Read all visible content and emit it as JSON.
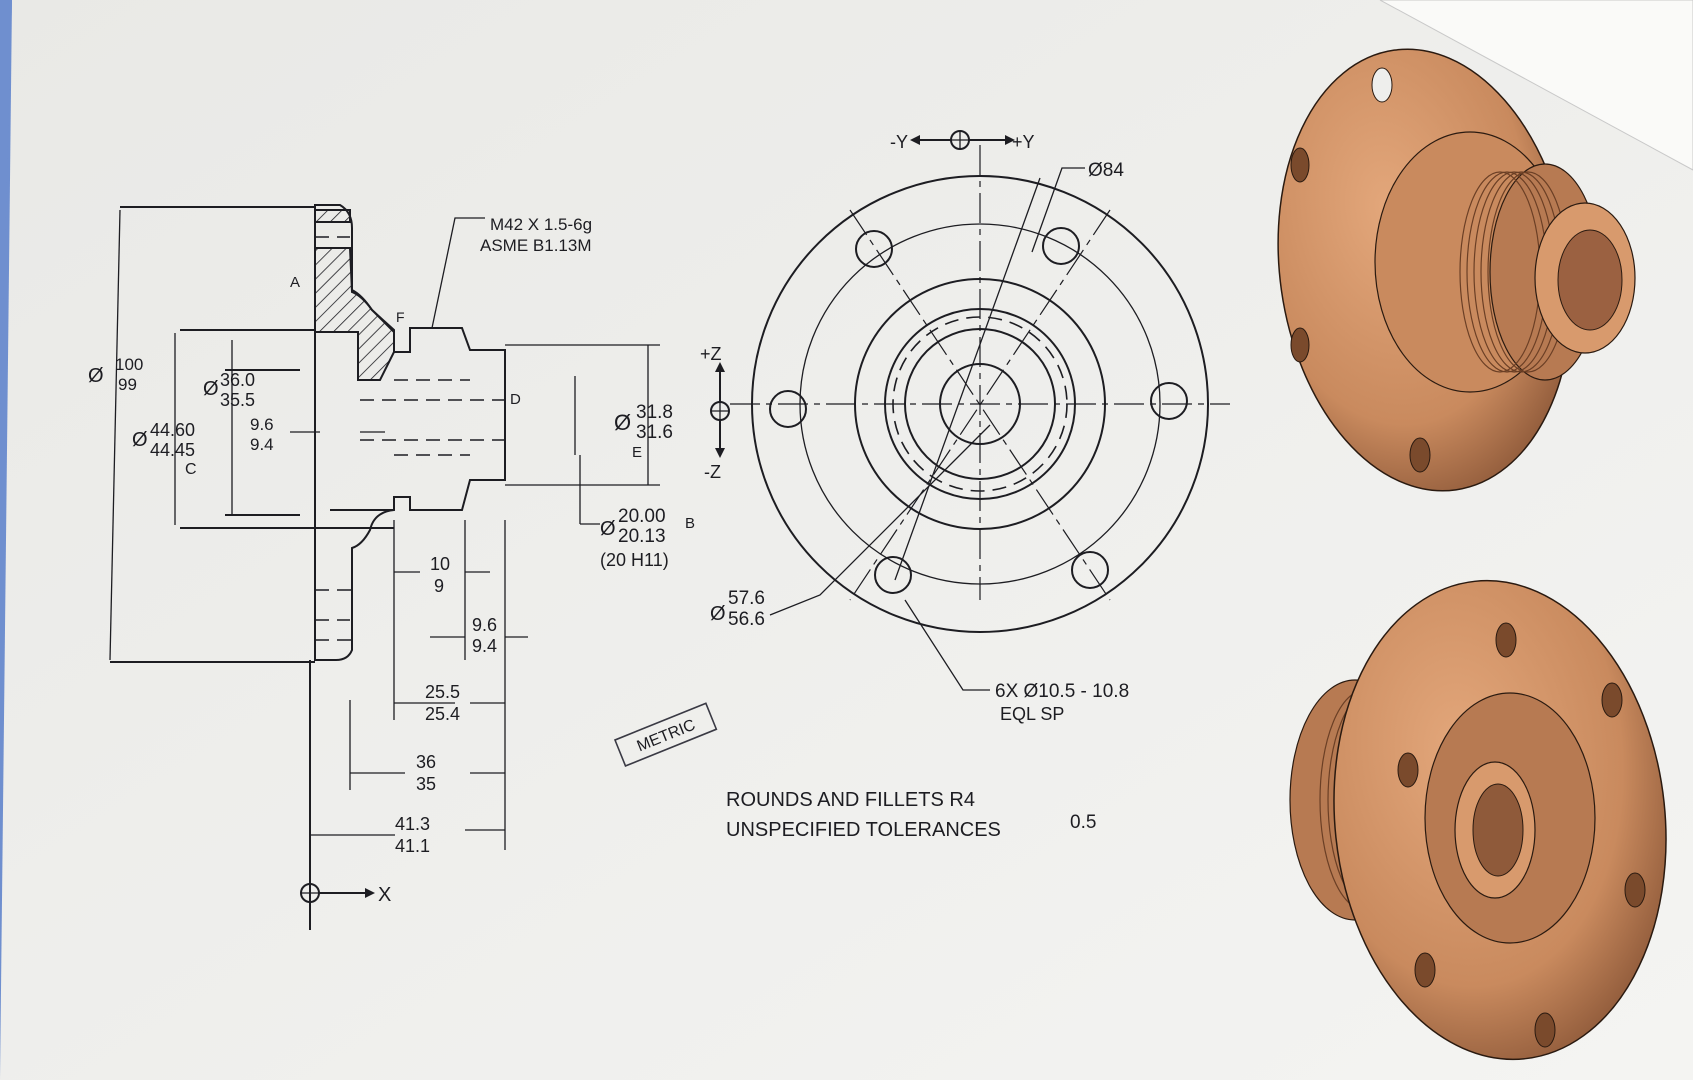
{
  "drawing": {
    "section_view": {
      "thread_callout": [
        "M42 X 1.5-6g",
        "ASME B1.13M"
      ],
      "labels": {
        "a": "A",
        "c": "C",
        "d": "D",
        "e": "E",
        "f": "F",
        "b": "B"
      },
      "dims": {
        "dia_symbol": "Ø",
        "outer_dia": [
          "100",
          "99"
        ],
        "hub_dia": [
          "36.0",
          "35.5"
        ],
        "flange_dia": [
          "44.60",
          "44.45"
        ],
        "bore_depth": [
          "9.6",
          "9.4"
        ],
        "thread_dia": [
          "31.8",
          "31.6"
        ],
        "bore_dia": [
          "20.00",
          "20.13"
        ],
        "bore_fit": "(20 H11)",
        "thread_len": [
          "10",
          "9"
        ],
        "shoulder": [
          "9.6",
          "9.4"
        ],
        "len_25": [
          "25.5",
          "25.4"
        ],
        "len_36": [
          "36",
          "35"
        ],
        "len_41": [
          "41.3",
          "41.1"
        ],
        "x_axis": "X"
      }
    },
    "end_view": {
      "axis_neg_y": "-Y",
      "axis_pos_y": "+Y",
      "axis_pos_z": "+Z",
      "axis_neg_z": "-Z",
      "bolt_circle": "Ø84",
      "center_dia": [
        "57.6",
        "56.6"
      ],
      "holes_callout": [
        "6X Ø10.5 - 10.8",
        "EQL SP"
      ]
    },
    "stamp": "METRIC",
    "notes": [
      "ROUNDS AND FILLETS R4",
      "UNSPECIFIED TOLERANCES",
      "0.5"
    ]
  },
  "colors": {
    "background": "#6f8fcf",
    "paper": "#eeeeec",
    "ink": "#1d1d22",
    "part_copper": "#c98a5e",
    "part_shadow": "#8f5a3a"
  }
}
